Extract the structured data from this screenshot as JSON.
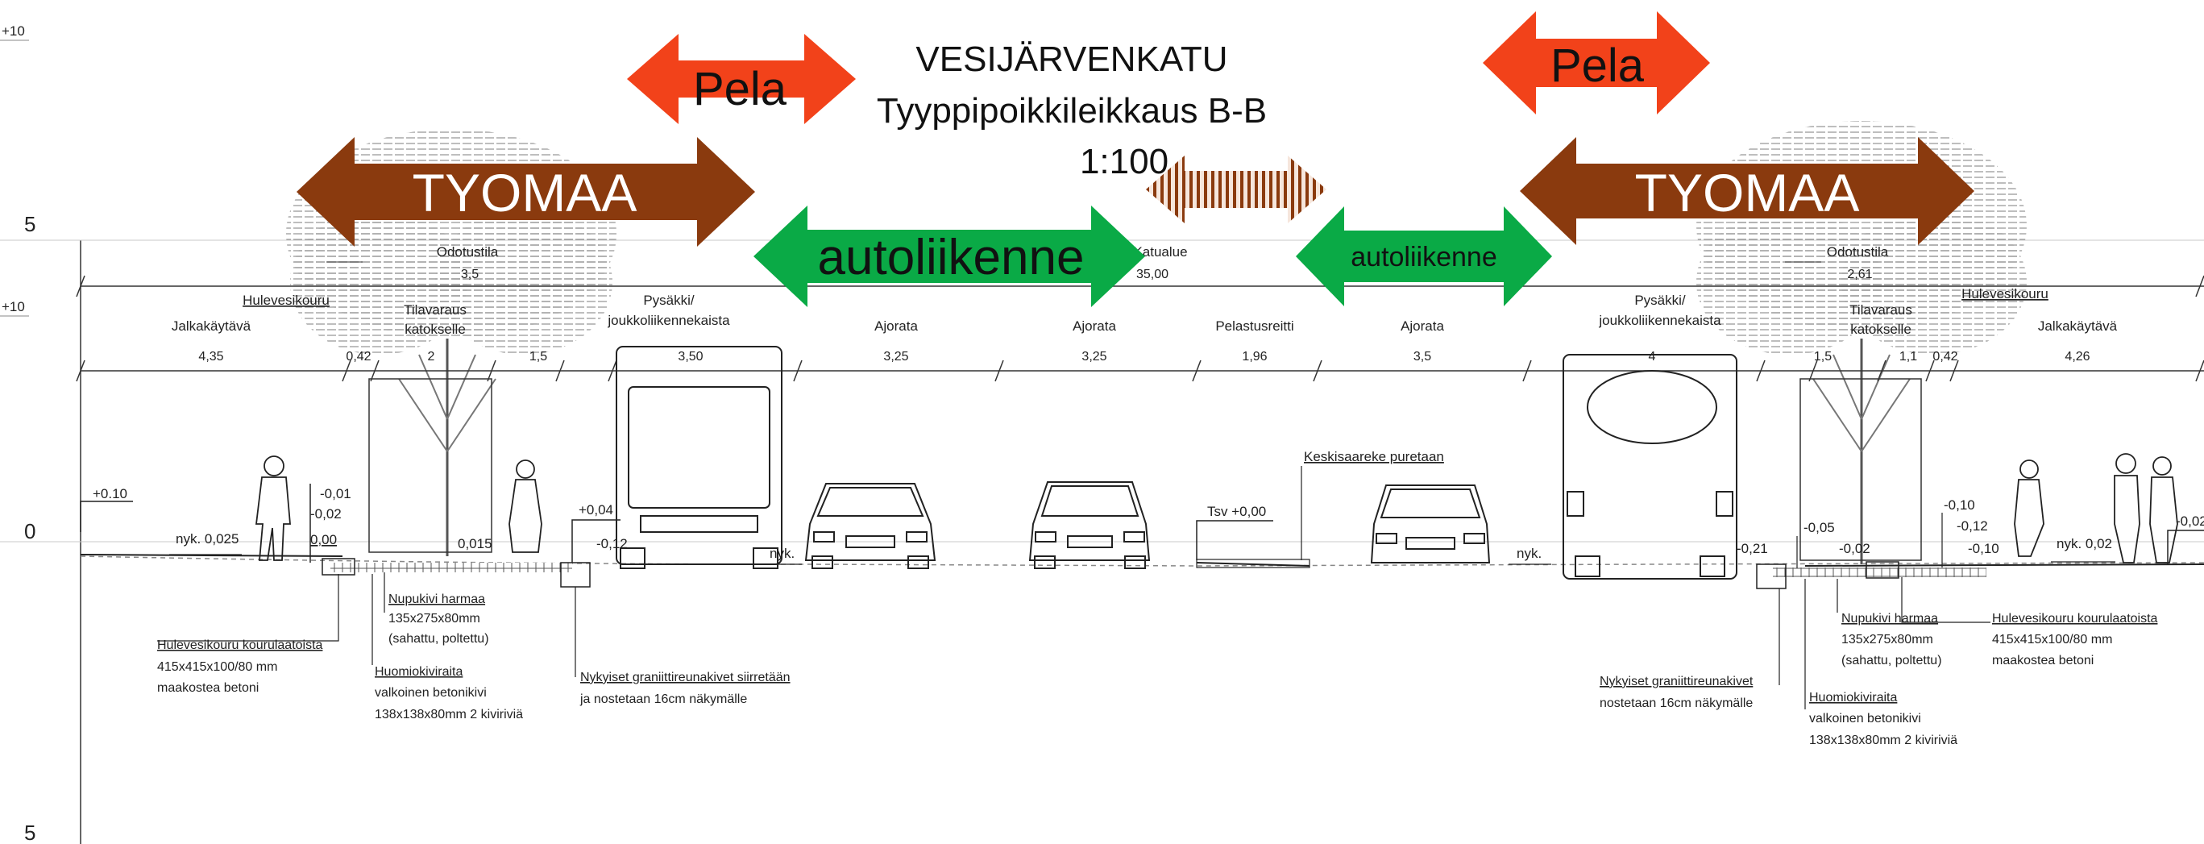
{
  "title": {
    "street": "VESIJÄRVENKATU",
    "section": "Tyyppipoikkileikkaus B-B",
    "scale": "1:100"
  },
  "axis": {
    "top": "+10",
    "five": "5",
    "plus_mid": "+10",
    "zero": "0",
    "five_bottom": "5"
  },
  "overlays": {
    "pela_left": "Pela",
    "pela_right": "Pela",
    "tyomaa_left": "TYOMAA",
    "tyomaa_right": "TYOMAA",
    "auto_left": "autoliikenne",
    "auto_right": "autoliikenne"
  },
  "overlay_colors": {
    "pela": "#f2421a",
    "tyomaa": "#8a3a0e",
    "auto": "#0aaa46",
    "hatched": "#8a3a0e"
  },
  "top_labels": {
    "odotustila_left": "Odotustila",
    "odotustila_left_val": "3,5",
    "katualue": "Katualue",
    "katualue_val": "35,00",
    "odotustila_right": "Odotustila",
    "odotustila_right_val": "2,61"
  },
  "lanes": [
    {
      "label": "Jalkakäytävä",
      "value": "4,35"
    },
    {
      "label": "Hulevesikouru",
      "value": "0,42"
    },
    {
      "label": "Tilavaraus katokselle",
      "label1": "Tilavaraus",
      "label2": "katokselle",
      "value": "2"
    },
    {
      "label": "",
      "value": "1,5"
    },
    {
      "label": "Pysäkki/ joukkoliikennekaista",
      "label1": "Pysäkki/",
      "label2": "joukkoliikennekaista",
      "value": "3,50"
    },
    {
      "label": "Ajorata",
      "value": "3,25"
    },
    {
      "label": "Ajorata",
      "value": "3,25"
    },
    {
      "label": "Pelastusreitti",
      "value": "1,96"
    },
    {
      "label": "Ajorata",
      "value": "3,5"
    },
    {
      "label": "Pysäkki/ joukkoliikennekaista",
      "label1": "Pysäkki/",
      "label2": "joukkoliikennekaista",
      "value": "4"
    },
    {
      "label": "",
      "value": "1,5"
    },
    {
      "label": "Tilavaraus katokselle",
      "label1": "Tilavaraus",
      "label2": "katokselle",
      "value": "1,1"
    },
    {
      "label": "Hulevesikouru",
      "value": "0,42"
    },
    {
      "label": "Jalkakäytävä",
      "value": "4,26"
    }
  ],
  "levels": {
    "l_p010": "+0.10",
    "l_m001": "-0,01",
    "l_m002": "-0,02",
    "l_000": "0,00",
    "l_nyk0025": "nyk. 0,025",
    "l_0015": "0,015",
    "l_p004": "+0,04",
    "l_m012": "-0,12",
    "l_nyk_a": "nyk.",
    "l_tsv": "Tsv +0,00",
    "l_nyk_b": "nyk.",
    "l_m021": "-0,21",
    "l_m005": "-0,05",
    "l_m002b": "-0,02",
    "l_m010a": "-0,10",
    "l_m012b": "-0,12",
    "l_m010b": "-0,10",
    "l_nyk002": "nyk. 0,02",
    "l_m002c": "-0,02"
  },
  "keskisaareke": "Keskisaareke puretaan",
  "notes_left": {
    "nupukivi_title": "Nupukivi harmaa",
    "nupukivi_size": "135x275x80mm",
    "nupukivi_finish": "(sahattu, poltettu)",
    "hule_title": "Hulevesikouru kourulaatoista",
    "hule_size": "415x415x100/80  mm",
    "hule_mat": "maakostea betoni",
    "huomio_title": "Huomiokiviraita",
    "huomio_mat": "valkoinen betonikivi",
    "huomio_size": "138x138x80mm 2 kiviriviä",
    "reuna_title": "Nykyiset graniittireunakivet siirretään",
    "reuna_sub": "ja nostetaan 16cm näkymälle"
  },
  "notes_right": {
    "reuna_title": "Nykyiset graniittireunakivet",
    "reuna_sub": "nostetaan 16cm näkymälle",
    "nupukivi_title": "Nupukivi harmaa",
    "nupukivi_size": "135x275x80mm",
    "nupukivi_finish": "(sahattu, poltettu)",
    "hule_title": "Hulevesikouru kourulaatoista",
    "hule_size": "415x415x100/80  mm",
    "hule_mat": "maakostea betoni",
    "huomio_title": "Huomiokiviraita",
    "huomio_mat": "valkoinen betonikivi",
    "huomio_size": "138x138x80mm 2 kiviriviä"
  }
}
